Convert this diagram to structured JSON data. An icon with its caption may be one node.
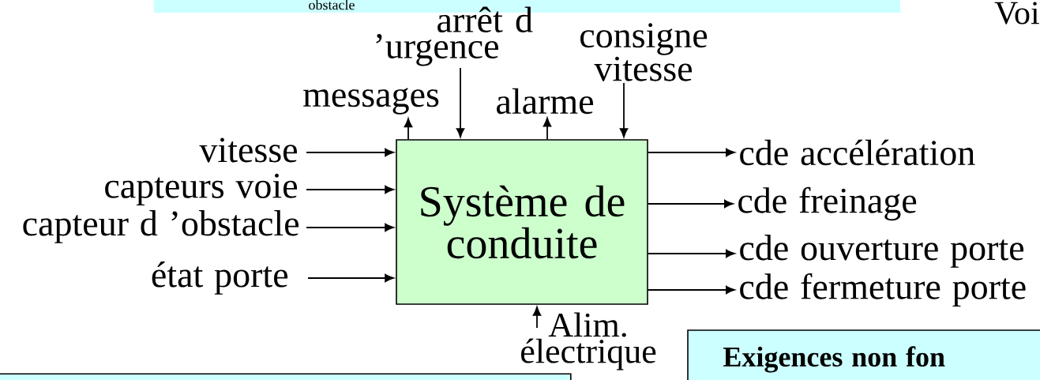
{
  "diagram": {
    "nodes": [
      {
        "text": [
          "Système de conduite"
        ]
      },
      {
        "text": [
          "vitesse"
        ]
      },
      {
        "text": [
          "capteurs voie"
        ]
      },
      {
        "text": [
          "capteur d ’obstacle"
        ]
      },
      {
        "text": [
          "état porte"
        ]
      },
      {
        "text": [
          "messages"
        ]
      },
      {
        "text": [
          "arrêt d ’urgence"
        ]
      },
      {
        "text": [
          "alarme"
        ]
      },
      {
        "text": [
          "consigne vitesse"
        ]
      },
      {
        "text": [
          "cde accélération"
        ]
      },
      {
        "text": [
          "cde freinage"
        ]
      },
      {
        "text": [
          "cde ouverture porte"
        ]
      },
      {
        "text": [
          "cde fermeture porte"
        ]
      },
      {
        "text": [
          "Alim. électrique"
        ]
      },
      {
        "text": [
          "obstacle"
        ]
      },
      {
        "text": [
          "Exigences non fon"
        ]
      },
      {
        "text": [],
        "shape": "box"
      }
    ],
    "edges": [
      {
        "from": 1,
        "to": 0,
        "arrow": "to"
      },
      {
        "from": 2,
        "to": 0,
        "arrow": "to"
      },
      {
        "from": 3,
        "to": 0,
        "arrow": "to"
      },
      {
        "from": 4,
        "to": 0,
        "arrow": "to"
      },
      {
        "from": 0,
        "to": 5,
        "arrow": "to"
      },
      {
        "from": 6,
        "to": 0,
        "arrow": "to"
      },
      {
        "from": 0,
        "to": 7,
        "arrow": "to"
      },
      {
        "from": 8,
        "to": 0,
        "arrow": "to"
      },
      {
        "from": 0,
        "to": 9,
        "arrow": "to"
      },
      {
        "from": 0,
        "to": 10,
        "arrow": "to"
      },
      {
        "from": 0,
        "to": 11,
        "arrow": "to"
      },
      {
        "from": 0,
        "to": 12,
        "arrow": "to"
      },
      {
        "from": 13,
        "to": 0,
        "arrow": "to"
      }
    ],
    "labels": [
      "Voi"
    ]
  }
}
